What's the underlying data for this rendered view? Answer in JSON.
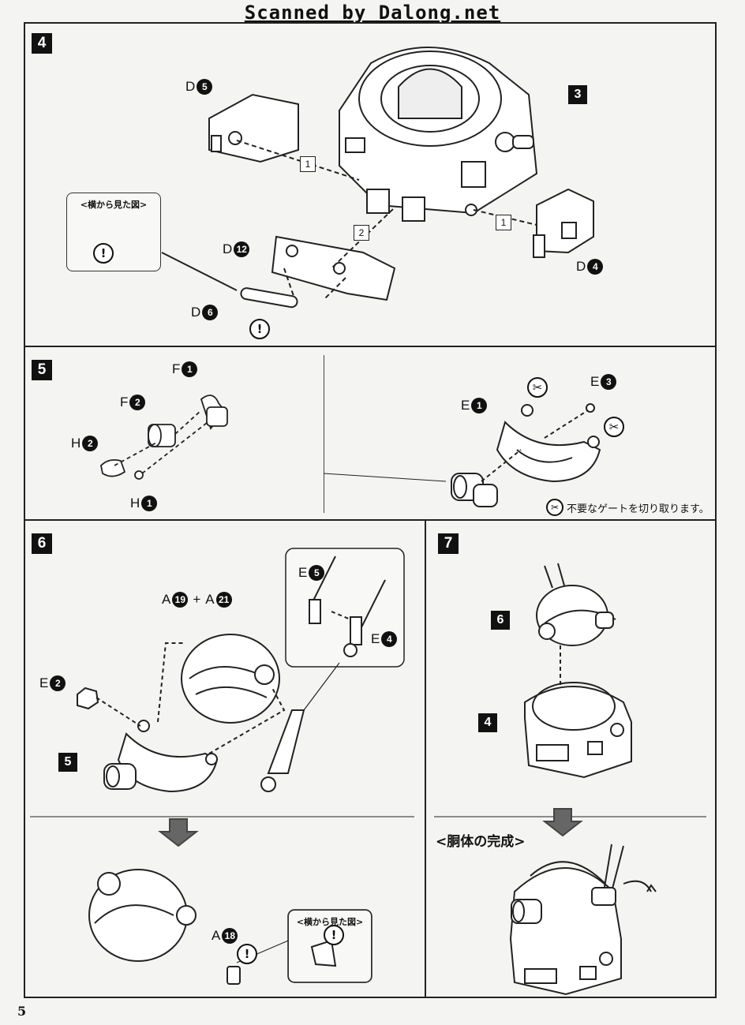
{
  "header": "Scanned by Dalong.net",
  "page_number": "5",
  "steps": [
    "4",
    "5",
    "6",
    "7"
  ],
  "step4": {
    "body_box": "3",
    "parts": [
      {
        "letter": "D",
        "num": "5"
      },
      {
        "letter": "D",
        "num": "12"
      },
      {
        "letter": "D",
        "num": "6"
      },
      {
        "letter": "D",
        "num": "4"
      }
    ],
    "seq": [
      "1",
      "2",
      "1"
    ],
    "callout_title": "<横から見た図>"
  },
  "step5": {
    "parts": [
      {
        "letter": "F",
        "num": "1"
      },
      {
        "letter": "F",
        "num": "2"
      },
      {
        "letter": "H",
        "num": "2"
      },
      {
        "letter": "H",
        "num": "1"
      },
      {
        "letter": "E",
        "num": "1"
      },
      {
        "letter": "E",
        "num": "3"
      }
    ],
    "gate_note": "不要なゲートを切り取ります。"
  },
  "step6": {
    "head": {
      "a": "A",
      "n1": "19",
      "plus": "+",
      "b": "A",
      "n2": "21"
    },
    "e2": {
      "letter": "E",
      "num": "2"
    },
    "e5": {
      "letter": "E",
      "num": "5"
    },
    "e4": {
      "letter": "E",
      "num": "4"
    },
    "box5": "5",
    "a18": {
      "letter": "A",
      "num": "18"
    },
    "callout_title": "<横から見た図>"
  },
  "step7": {
    "box6": "6",
    "box4": "4",
    "completion": "<胴体の完成>"
  }
}
